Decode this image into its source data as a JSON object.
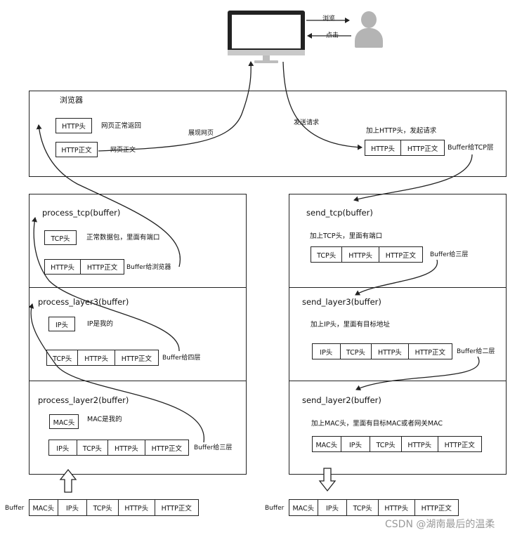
{
  "top": {
    "browse_label": "浏览",
    "click_label": "点击"
  },
  "browser": {
    "title": "浏览器",
    "http_head": "HTTP头",
    "http_body": "HTTP正文",
    "note_return": "网页正常返回",
    "note_body": "网页正文",
    "display_label": "展现网页",
    "send_request_label": "发送请求",
    "add_http_note": "加上HTTP头，发起请求",
    "req_cells": [
      "HTTP头",
      "HTTP正文"
    ],
    "buffer_tcp": "Buffer给TCP层"
  },
  "left": {
    "tcp": {
      "title": "process_tcp(buffer)",
      "head": "TCP头",
      "note": "正常数据包，里面有端口",
      "cells": [
        "HTTP头",
        "HTTP正文"
      ],
      "buffer_note": "Buffer给浏览器"
    },
    "layer3": {
      "title": "process_layer3(buffer)",
      "head": "IP头",
      "note": "IP是我的",
      "cells": [
        "TCP头",
        "HTTP头",
        "HTTP正文"
      ],
      "buffer_note": "Buffer给四层"
    },
    "layer2": {
      "title": "process_layer2(buffer)",
      "head": "MAC头",
      "note": "MAC是我的",
      "cells": [
        "IP头",
        "TCP头",
        "HTTP头",
        "HTTP正文"
      ],
      "buffer_note": "Buffer给三层"
    },
    "bottom_label": "Buffer",
    "bottom_cells": [
      "MAC头",
      "IP头",
      "TCP头",
      "HTTP头",
      "HTTP正文"
    ]
  },
  "right": {
    "tcp": {
      "title": "send_tcp(buffer)",
      "note": "加上TCP头，里面有端口",
      "cells": [
        "TCP头",
        "HTTP头",
        "HTTP正文"
      ],
      "buffer_note": "Buffer给三层"
    },
    "layer3": {
      "title": "send_layer3(buffer)",
      "note": "加上IP头，里面有目标地址",
      "cells": [
        "IP头",
        "TCP头",
        "HTTP头",
        "HTTP正文"
      ],
      "buffer_note": "Buffer给二层"
    },
    "layer2": {
      "title": "send_layer2(buffer)",
      "note": "加上MAC头，里面有目标MAC或者网关MAC",
      "cells": [
        "MAC头",
        "IP头",
        "TCP头",
        "HTTP头",
        "HTTP正文"
      ]
    },
    "bottom_label": "Buffer",
    "bottom_cells": [
      "MAC头",
      "IP头",
      "TCP头",
      "HTTP头",
      "HTTP正文"
    ]
  },
  "watermark": "CSDN @湖南最后的温柔"
}
